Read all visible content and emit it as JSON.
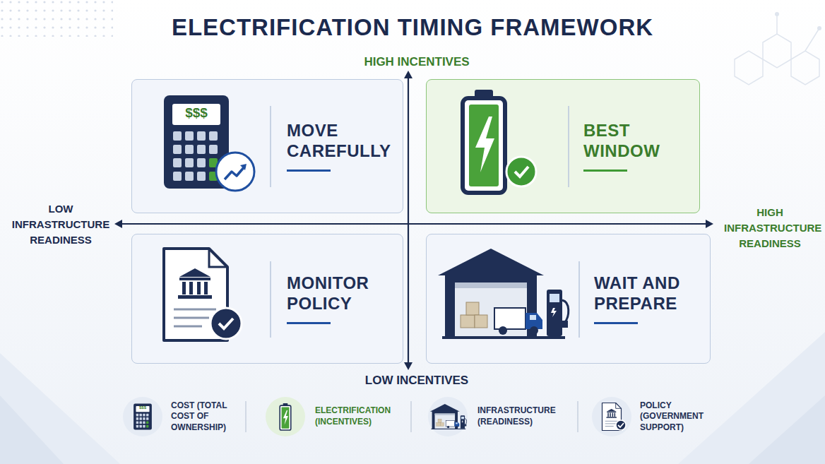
{
  "diagram": {
    "title": "ELECTRIFICATION TIMING FRAMEWORK",
    "nodes": [
      {
        "text": [
          "MOVE CAREFULLY"
        ]
      },
      {
        "text": [
          "BEST WINDOW"
        ]
      },
      {
        "text": [
          "MONITOR POLICY"
        ]
      },
      {
        "text": [
          "WAIT AND PREPARE"
        ]
      }
    ],
    "labels": [
      "HIGH INCENTIVES",
      "LOW INCENTIVES",
      "LOW INFRASTRUCTURE READINESS",
      "HIGH INFRASTRUCTURE READINESS",
      "$$$",
      "$$$"
    ],
    "legend": [
      {
        "text": "COST (TOTAL COST OF OWNERSHIP)"
      },
      {
        "text": "ELECTRIFICATION (INCENTIVES)"
      },
      {
        "text": "INFRASTRUCTURE (READINESS)"
      },
      {
        "text": "POLICY (GOVERNMENT SUPPORT)"
      }
    ]
  }
}
